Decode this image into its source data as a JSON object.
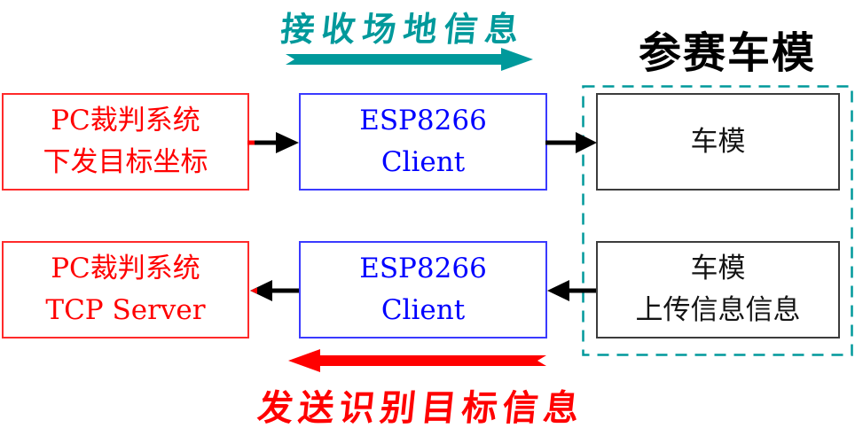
{
  "colors": {
    "teal": "#00999b",
    "red": "#ff0000",
    "red_border": "#ff2a2a",
    "blue": "#0000ff",
    "blue_border": "#3a3aff",
    "box_border": "#3c3c3c"
  },
  "titles": {
    "receive_flow": "接收场地信息",
    "group": "参赛车模",
    "send_flow": "发送识别目标信息"
  },
  "boxes": {
    "pc_top": {
      "line1": "PC裁判系统",
      "line2": "下发目标坐标"
    },
    "esp_top": {
      "line1": "ESP8266",
      "line2": "Client"
    },
    "car_top": {
      "line1": "车模"
    },
    "pc_bottom": {
      "line1": "PC裁判系统",
      "line2": "TCP Server"
    },
    "esp_bottom": {
      "line1": "ESP8266",
      "line2": "Client"
    },
    "car_bottom": {
      "line1": "车模",
      "line2": "上传信息信息"
    }
  }
}
